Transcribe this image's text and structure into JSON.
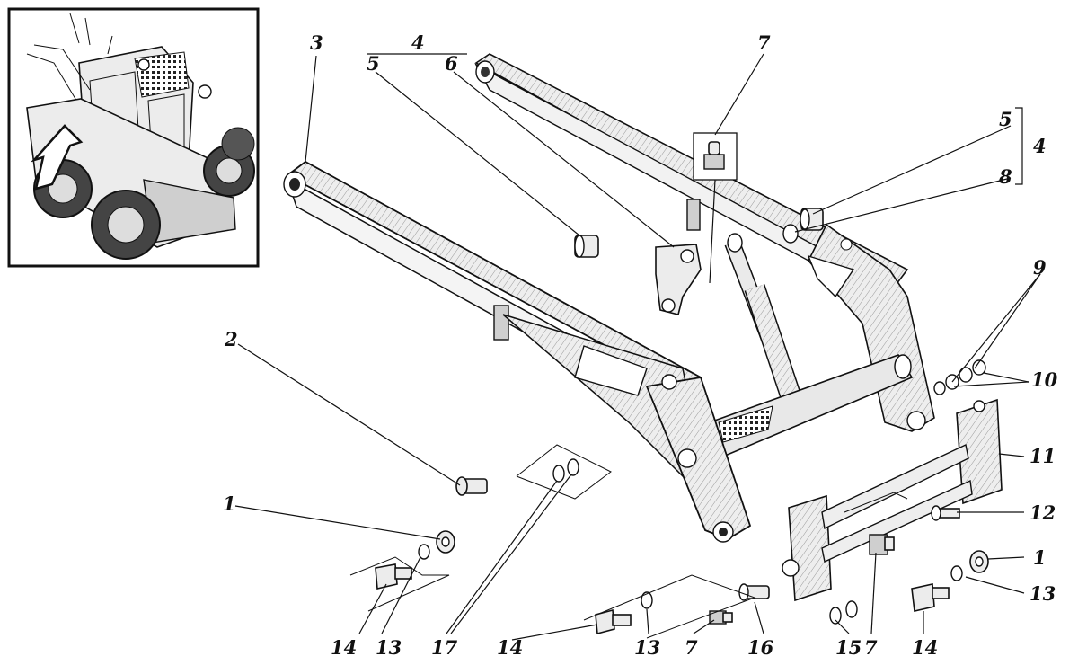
{
  "callouts": {
    "c1_left": "1",
    "c1_right": "1",
    "c2": "2",
    "c3": "3",
    "c4_top": "4",
    "c4_right": "4",
    "c5_top": "5",
    "c5_right": "5",
    "c6": "6",
    "c7_top": "7",
    "c7_bottom_mid": "7",
    "c7_bottom_right": "7",
    "c8": "8",
    "c9": "9",
    "c10": "10",
    "c11": "11",
    "c12": "12",
    "c13_left": "13",
    "c13_mid": "13",
    "c13_right": "13",
    "c14_left": "14",
    "c14_mid": "14",
    "c14_right": "14",
    "c15": "15",
    "c16": "16",
    "c17": "17"
  },
  "inset": {
    "icon": "loader-machine-icon",
    "arrow_icon": "location-arrow-icon"
  }
}
